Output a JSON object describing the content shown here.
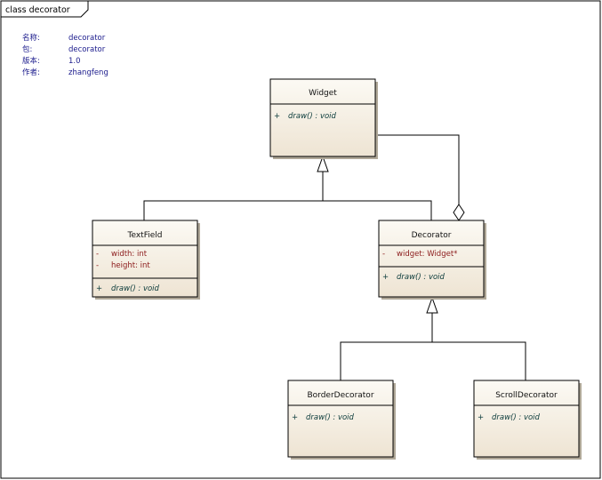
{
  "diagram": {
    "frame_title": "class decorator",
    "properties": [
      {
        "key": "名称:",
        "value": "decorator"
      },
      {
        "key": "包:",
        "value": "decorator"
      },
      {
        "key": "版本:",
        "value": "1.0"
      },
      {
        "key": "作者:",
        "value": "zhangfeng"
      }
    ],
    "classes": {
      "widget": {
        "name": "Widget",
        "attributes": [],
        "operations": [
          {
            "visibility": "+",
            "signature": "draw() : void"
          }
        ]
      },
      "textfield": {
        "name": "TextField",
        "attributes": [
          {
            "visibility": "-",
            "signature": "width:  int"
          },
          {
            "visibility": "-",
            "signature": "height:  int"
          }
        ],
        "operations": [
          {
            "visibility": "+",
            "signature": "draw() : void"
          }
        ]
      },
      "decorator": {
        "name": "Decorator",
        "attributes": [
          {
            "visibility": "-",
            "signature": "widget:  Widget*"
          }
        ],
        "operations": [
          {
            "visibility": "+",
            "signature": "draw() : void"
          }
        ]
      },
      "borderdecorator": {
        "name": "BorderDecorator",
        "attributes": [],
        "operations": [
          {
            "visibility": "+",
            "signature": "draw() : void"
          }
        ]
      },
      "scrolldecorator": {
        "name": "ScrollDecorator",
        "attributes": [],
        "operations": [
          {
            "visibility": "+",
            "signature": "draw() : void"
          }
        ]
      }
    },
    "colors": {
      "class_fill_top": "#fbf8f1",
      "class_fill_bottom": "#efe6d6",
      "border": "#000000",
      "attribute_text": "#8b1a1a",
      "operation_text": "#0b3b3b",
      "meta_text": "#1a1a8c"
    }
  }
}
